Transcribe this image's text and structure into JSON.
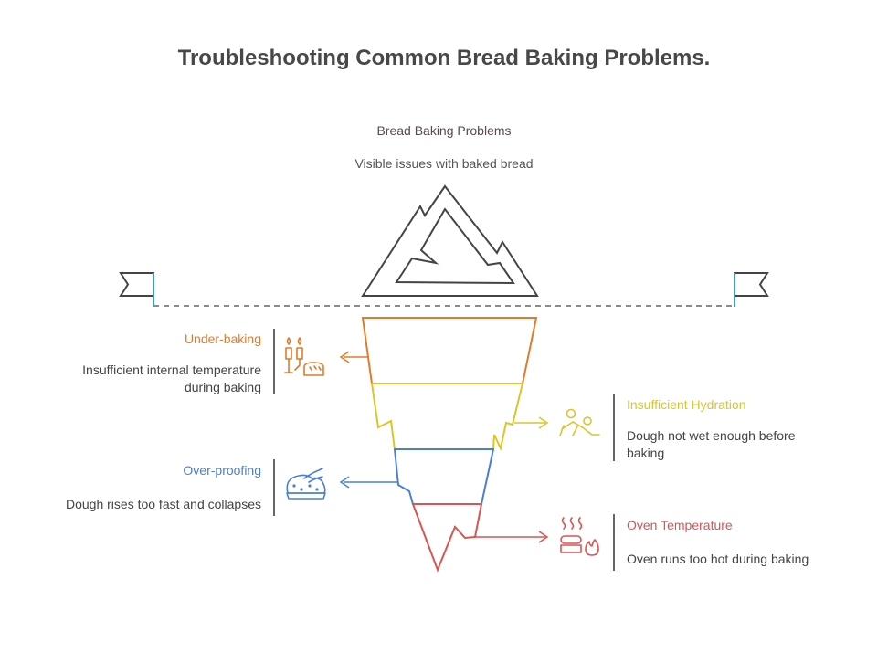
{
  "title": "Troubleshooting Common Bread Baking Problems.",
  "top": {
    "heading": "Bread Baking Problems",
    "description": "Visible issues with baked bread"
  },
  "colors": {
    "under_baking": "#e07b2a",
    "insufficient_hydration": "#d8c62a",
    "over_proofing": "#4a7fd4",
    "oven_temperature": "#d95454",
    "outline": "#444444",
    "waterline": "#3aa0b8"
  },
  "items": [
    {
      "key": "under_baking",
      "title": "Under-baking",
      "description_lines": [
        "Insufficient internal temperature",
        "during baking"
      ],
      "icon": "wine-glasses-bread-icon",
      "side": "left"
    },
    {
      "key": "insufficient_hydration",
      "title": "Insufficient Hydration",
      "description_lines": [
        "Dough not wet enough before",
        "baking"
      ],
      "icon": "person-crawling-icon",
      "side": "right"
    },
    {
      "key": "over_proofing",
      "title": "Over-proofing",
      "description_lines": [
        "Dough rises too fast and collapses"
      ],
      "icon": "rising-dough-icon",
      "side": "left"
    },
    {
      "key": "oven_temperature",
      "title": "Oven Temperature",
      "description_lines": [
        "Oven runs too hot during baking"
      ],
      "icon": "hot-oven-fire-icon",
      "side": "right"
    }
  ]
}
